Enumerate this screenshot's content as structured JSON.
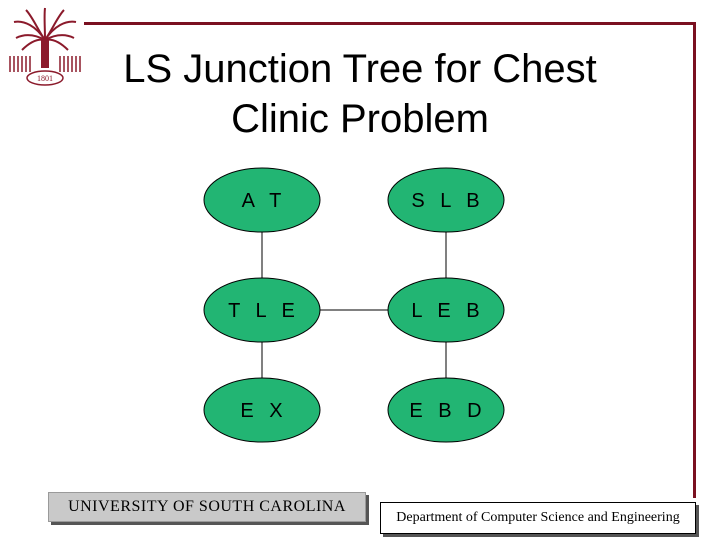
{
  "title": {
    "line1": "LS Junction Tree for Chest",
    "line2": "Clinic Problem"
  },
  "diagram": {
    "node_color": "#22b573",
    "nodes": [
      {
        "id": "at",
        "label": "A T"
      },
      {
        "id": "slb",
        "label": "S L B"
      },
      {
        "id": "tle",
        "label": "T L E"
      },
      {
        "id": "leb",
        "label": "L E B"
      },
      {
        "id": "ex",
        "label": "E X"
      },
      {
        "id": "ebd",
        "label": "E B D"
      }
    ],
    "edges": [
      {
        "from": "at",
        "to": "tle"
      },
      {
        "from": "slb",
        "to": "leb"
      },
      {
        "from": "tle",
        "to": "leb"
      },
      {
        "from": "tle",
        "to": "ex"
      },
      {
        "from": "leb",
        "to": "ebd"
      }
    ]
  },
  "footer": {
    "university": "UNIVERSITY OF SOUTH CAROLINA",
    "department": "Department of Computer Science and Engineering"
  },
  "colors": {
    "frame": "#7a1020",
    "logo": "#8b1a2b"
  },
  "logo": {
    "icon": "palmetto-tree-seal-icon",
    "year": "1801"
  }
}
